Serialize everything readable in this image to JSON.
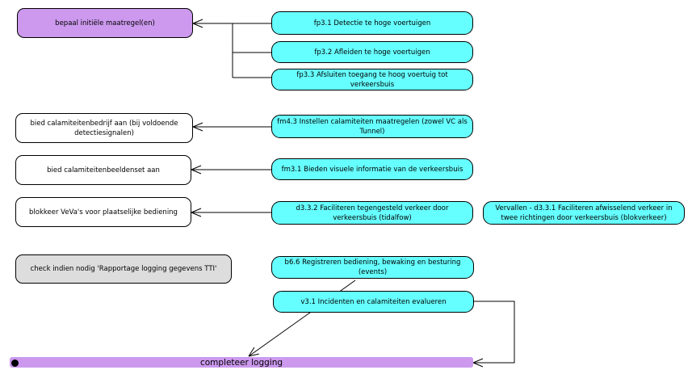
{
  "actions": {
    "bepaal": "bepaal initiële maatregel(en)",
    "bied_calamiteitenbedrijf": "bied calamiteitenbedrijf aan (bij voldoende detectiesignalen)",
    "bied_beeldenset": "bied calamiteitenbeeldenset aan",
    "blokkeer_veva": "blokkeer VeVa's voor plaatselijke bediening",
    "check_logging": "check indien nodig 'Rapportage logging gegevens TTI'",
    "completeer_logging": "completeer logging"
  },
  "functions": {
    "fp31": "fp3.1 Detectie te hoge voertuigen",
    "fp32": "fp3.2 Afleiden te hoge voertuigen",
    "fp33": "fp3.3 Afsluiten toegang te hoog voertuig tot verkeersbuis",
    "fm43": "fm4.3 Instellen calamiteiten maatregelen (zowel VC als Tunnel)",
    "fm31": "fm3.1 Bieden visuele informatie van de verkeersbuis",
    "d332": "d3.3.2 Faciliteren tegengesteld verkeer door verkeersbuis (tidalfow)",
    "d331": "Vervallen - d3.3.1 Faciliteren afwisselend verkeer in twee richtingen door verkeersbuis (blokverkeer)",
    "b66": "b6.6 Registreren bediening, bewaking en besturing (events)",
    "v31": "v3.1 Incidenten en calamiteiten evalueren"
  },
  "colors": {
    "action_purple": "#cc99ee",
    "function_cyan": "#66ffff",
    "inactive_grey": "#dddddd"
  }
}
